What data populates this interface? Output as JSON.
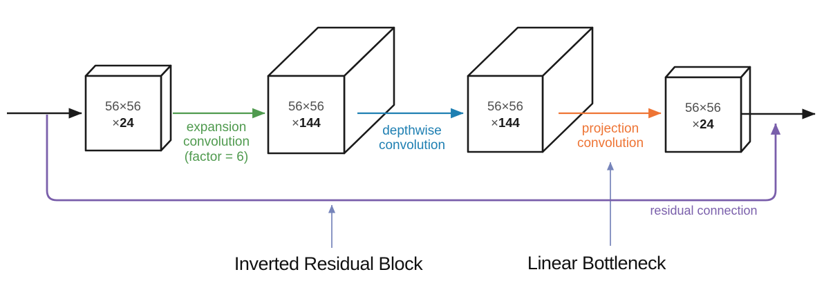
{
  "boxes": [
    {
      "size": "56×56",
      "times": "×",
      "channels": "24"
    },
    {
      "size": "56×56",
      "times": "×",
      "channels": "144"
    },
    {
      "size": "56×56",
      "times": "×",
      "channels": "144"
    },
    {
      "size": "56×56",
      "times": "×",
      "channels": "24"
    }
  ],
  "arrows": {
    "expansion": {
      "lines": [
        "expansion",
        "convolution",
        "(factor = 6)"
      ]
    },
    "depthwise": {
      "lines": [
        "depthwise",
        "convolution"
      ]
    },
    "projection": {
      "lines": [
        "projection",
        "convolution"
      ]
    }
  },
  "annotations": {
    "residual_label": "residual connection",
    "inverted_block_label": "Inverted Residual Block",
    "linear_bottleneck_label": "Linear Bottleneck"
  },
  "colors": {
    "expansion_green": "#4f9a4e",
    "depthwise_blue": "#1e7fb2",
    "projection_orange": "#ee7434",
    "residual_purple": "#7a5fab",
    "pointer_slate": "#7684ba",
    "line_black": "#1a1a1a",
    "dim_text_gray": "#4f4f4f"
  }
}
